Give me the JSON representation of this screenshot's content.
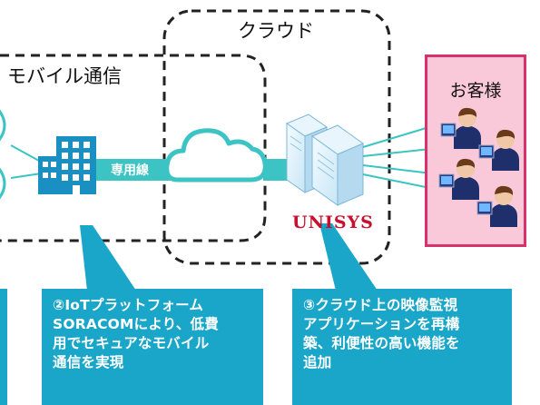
{
  "zones": {
    "cloud_label": "クラウド",
    "mobile_label": "モバイル通信",
    "customer_label": "お客様"
  },
  "link_label": "専用線",
  "brand": {
    "name": "UNISYS",
    "color": "#c8102e"
  },
  "callouts": {
    "left_lines": [
      "②IoTプラットフォーム",
      "SORACOMにより、低費",
      "用でセキュアなモバイル",
      "通信を実現"
    ],
    "right_lines": [
      "③クラウド上の映像監視",
      "アプリケーションを再構",
      "築、利便性の高い機能を",
      "追加"
    ]
  },
  "colors": {
    "accent": "#1aa6c8",
    "line": "#3cc4c4",
    "customer_fill": "#f9c9d9",
    "customer_border": "#d6336c"
  },
  "icons": [
    "building-icon",
    "cloud-icon",
    "server-icon",
    "user-pc-icon"
  ]
}
